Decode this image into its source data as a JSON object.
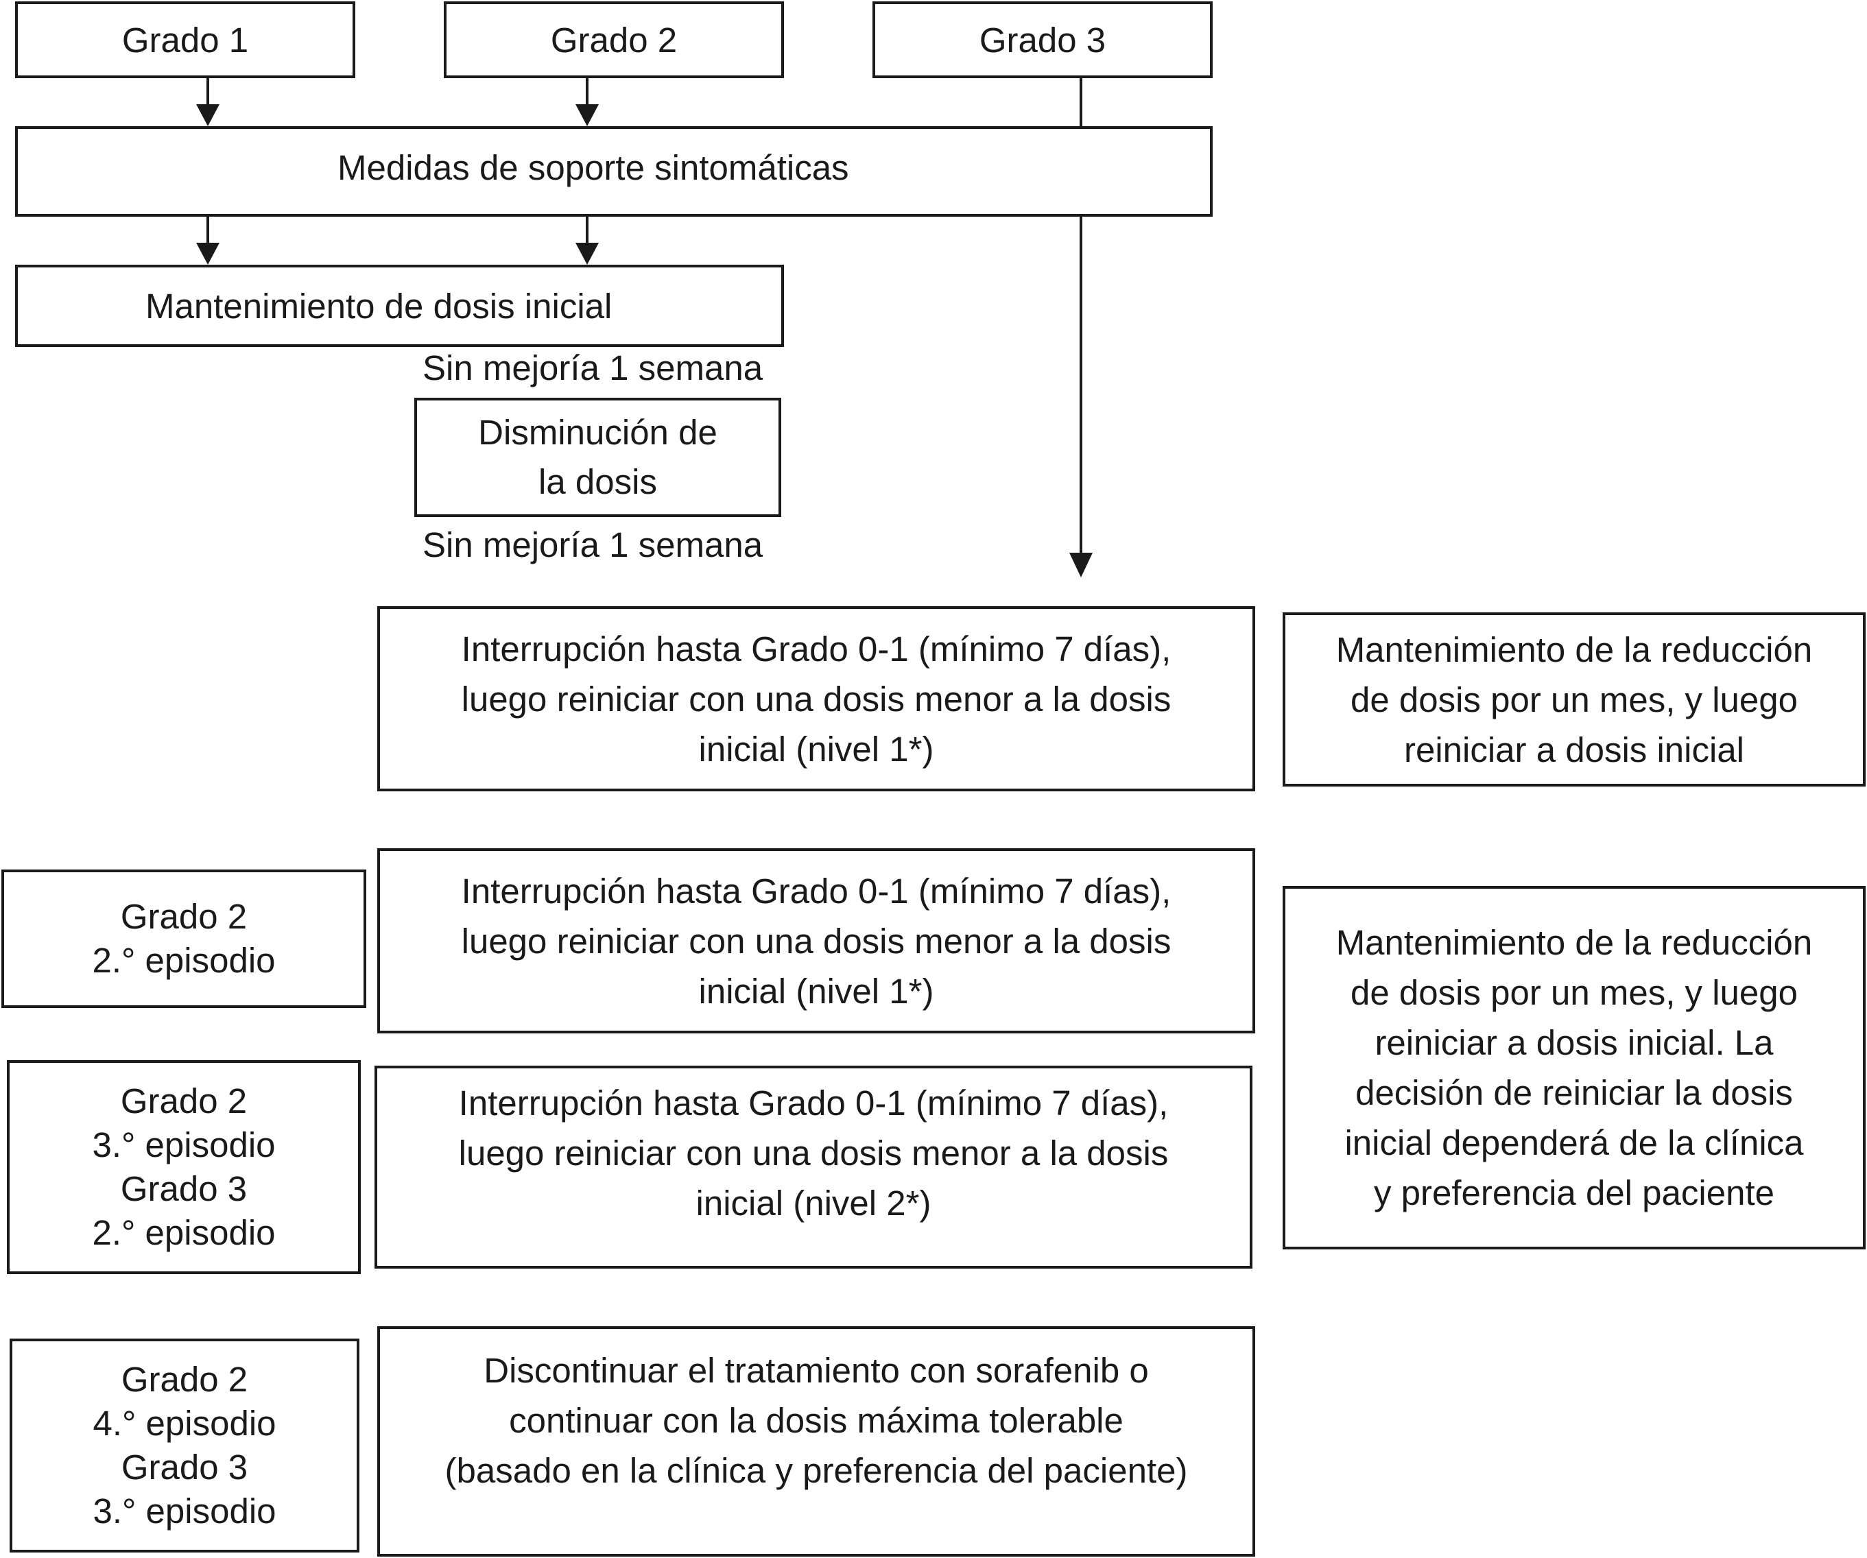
{
  "grades": {
    "grado1": "Grado 1",
    "grado2": "Grado 2",
    "grado3": "Grado 3"
  },
  "support": "Medidas de soporte sintomáticas",
  "maintain_initial": "Mantenimiento de dosis inicial",
  "no_improvement_label_1": "Sin mejoría 1 semana",
  "dose_decrease": [
    "Disminución de",
    "la dosis"
  ],
  "no_improvement_label_2": "Sin mejoría 1 semana",
  "interruption_level1": [
    "Interrupción hasta Grado 0-1 (mínimo 7 días),",
    "luego reiniciar con una dosis menor a la dosis",
    "inicial (nivel 1*)"
  ],
  "maintain_reduction_1": [
    "Mantenimiento de la reducción",
    "de dosis por un mes, y luego",
    "reiniciar a dosis inicial"
  ],
  "episode_g2_2": [
    "Grado 2",
    "2.° episodio"
  ],
  "interruption_level1_b": [
    "Interrupción hasta Grado 0-1 (mínimo 7 días),",
    "luego reiniciar con una dosis menor a la dosis",
    "inicial (nivel 1*)"
  ],
  "episode_g2_3_g3_2": [
    "Grado 2",
    "3.° episodio",
    "Grado 3",
    "2.° episodio"
  ],
  "interruption_level2": [
    "Interrupción hasta Grado 0-1 (mínimo 7 días),",
    "luego reiniciar con una dosis menor a la dosis",
    "inicial (nivel 2*)"
  ],
  "maintain_reduction_2": [
    "Mantenimiento de la reducción",
    "de dosis por un mes, y luego",
    "reiniciar a dosis inicial. La",
    "decisión de reiniciar la dosis",
    "inicial dependerá de la clínica",
    "y preferencia del paciente"
  ],
  "episode_g2_4_g3_3": [
    "Grado 2",
    "4.° episodio",
    "Grado 3",
    "3.° episodio"
  ],
  "discontinue": [
    "Discontinuar el tratamiento con sorafenib o",
    "continuar con la dosis máxima tolerable",
    "(basado en la clínica y preferencia del paciente)"
  ]
}
